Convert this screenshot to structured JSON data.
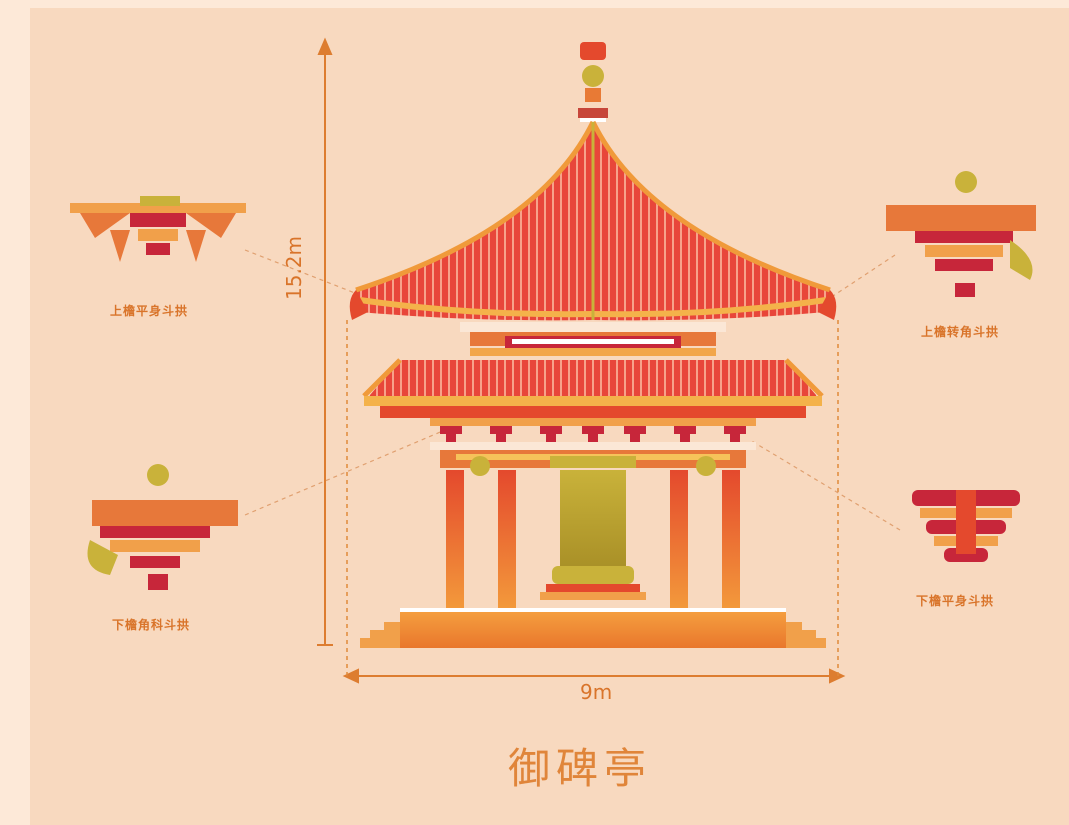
{
  "title": "御碑亭",
  "dimensions": {
    "height": "15.2m",
    "width": "9m"
  },
  "callouts": {
    "upper_left": "上檐平身斗拱",
    "upper_right": "上檐转角斗拱",
    "lower_left": "下檐角科斗拱",
    "lower_right": "下檐平身斗拱"
  },
  "colors": {
    "background": "#f8d9bf",
    "accent": "#e07a2c",
    "roof_red": "#e3493a",
    "gold": "#b5a030"
  }
}
